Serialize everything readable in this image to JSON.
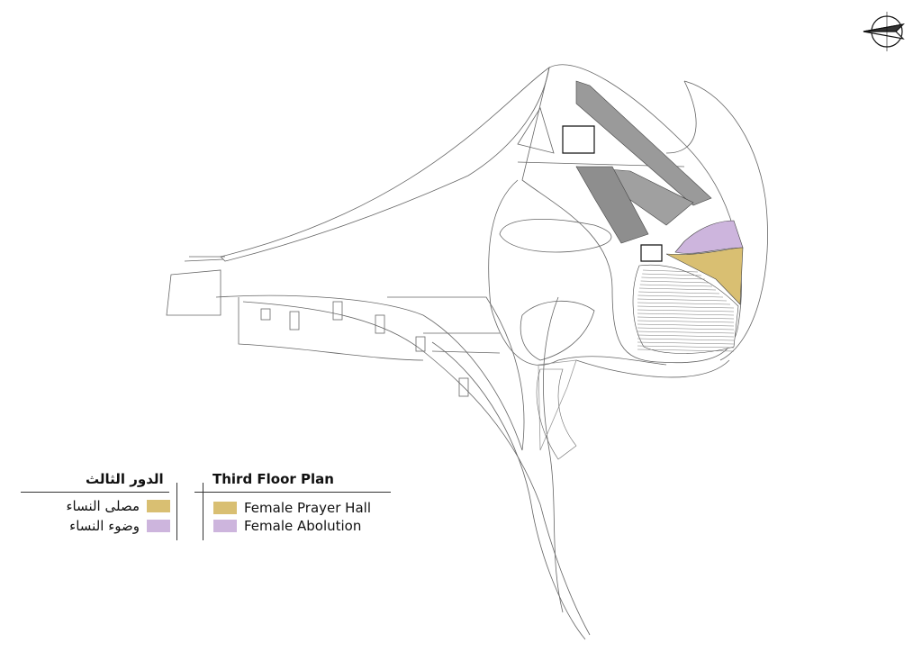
{
  "legend": {
    "english_title": "Third Floor Plan",
    "arabic_title": "الدور الثالث",
    "items": [
      {
        "en": "Female Prayer Hall",
        "ar": "مصلى النساء",
        "color": "#d9bf72"
      },
      {
        "en": "Female Abolution",
        "ar": "وضوء النساء",
        "color": "#cdb5dd"
      }
    ]
  },
  "colors": {
    "line": "#555555",
    "room_fill": "#9a9a9a",
    "room_fill_light": "#c4c4c4"
  }
}
